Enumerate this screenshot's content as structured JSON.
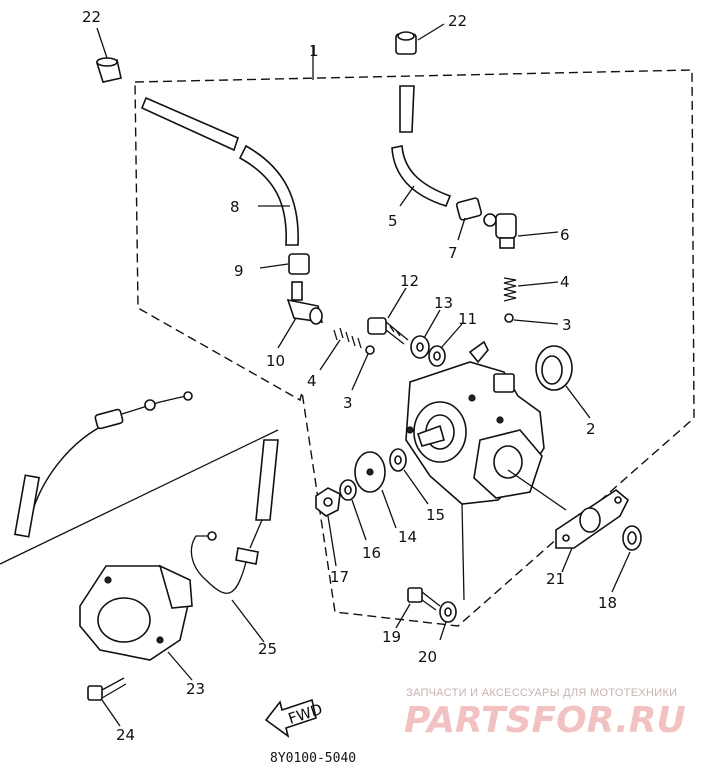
{
  "callouts": {
    "c1": "1",
    "c2": "2",
    "c3a": "3",
    "c3b": "3",
    "c4a": "4",
    "c4b": "4",
    "c5": "5",
    "c6": "6",
    "c7": "7",
    "c8": "8",
    "c9": "9",
    "c10": "10",
    "c11": "11",
    "c12": "12",
    "c13": "13",
    "c14": "14",
    "c15": "15",
    "c16": "16",
    "c17": "17",
    "c18": "18",
    "c19": "19",
    "c20": "20",
    "c21": "21",
    "c22a": "22",
    "c22b": "22",
    "c23": "23",
    "c24": "24",
    "c25": "25"
  },
  "fwd_label": "FWD",
  "part_code": "8Y0100-5040",
  "watermark": {
    "tagline": "ЗАПЧАСТИ И АКСЕССУАРЫ ДЛЯ МОТОТЕХНИКИ",
    "brand": "PARTSFOR.RU"
  }
}
